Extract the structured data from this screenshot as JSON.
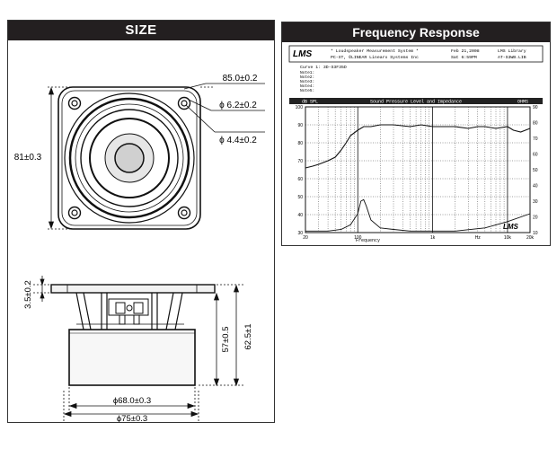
{
  "size_panel": {
    "title": "SIZE",
    "dims": {
      "frame_width": "85.0±0.2",
      "hole_outer": "ϕ 6.2±0.2",
      "hole_inner": "ϕ 4.4±0.2",
      "height": "81±0.3",
      "flange": "3.5±0.2",
      "body_depth": "57±0.5",
      "overall_depth": "62.5±1",
      "magnet_dia": "ϕ68.0±0.3",
      "basket_dia": "ϕ75±0.3"
    }
  },
  "freq_panel": {
    "title": "Frequency Response",
    "header": {
      "logo": "LMS",
      "system_line1": "* Loudspeaker Measurement System *",
      "system_line2": "PC-XT, ©LINEAR Linearx Systems Inc",
      "date": "Feb 21,2008",
      "time": "Sat 6:59PM",
      "library_line1": "LMS Library",
      "library_line2": "AT-S3WB.LIB",
      "curve_label": "Curve 1: 3D-S3F35D",
      "notes": [
        "Note1:",
        "Note2:",
        "Note3:",
        "Note4:",
        "Note5:"
      ]
    },
    "plot_title_left": "dB SPL",
    "plot_title_center": "Sound Pressure Level and Impedance",
    "plot_title_right": "OHMS",
    "footer_logo": "LMS",
    "x_axis_name": "Frequency"
  },
  "chart_data": {
    "type": "line",
    "xscale": "log",
    "xlim": [
      20,
      20000
    ],
    "x_ticks": [
      "20",
      "100",
      "1k",
      "Hz",
      "10k",
      "20k"
    ],
    "y_left": {
      "label": "dB SPL",
      "range": [
        30,
        100
      ],
      "ticks": [
        100,
        90,
        80,
        70,
        60,
        50,
        40,
        30
      ]
    },
    "y_right": {
      "label": "OHMS",
      "range": [
        10,
        90
      ],
      "ticks": [
        90,
        80,
        70,
        60,
        50,
        40,
        30,
        20,
        10
      ]
    },
    "grid": true,
    "series": [
      {
        "axis": "left",
        "x": [
          20,
          25,
          30,
          40,
          50,
          60,
          70,
          80,
          100,
          120,
          150,
          200,
          300,
          500,
          700,
          1000,
          1500,
          2000,
          3000,
          4000,
          5000,
          7000,
          10000,
          12000,
          15000,
          20000
        ],
        "y": [
          66,
          67,
          68,
          70,
          72,
          76,
          80,
          84,
          87,
          89,
          89,
          90,
          90,
          89,
          90,
          89,
          89,
          89,
          88,
          89,
          89,
          88,
          89,
          87,
          86,
          88
        ]
      },
      {
        "axis": "right",
        "x": [
          20,
          40,
          60,
          80,
          100,
          110,
          120,
          130,
          150,
          200,
          300,
          500,
          1000,
          2000,
          5000,
          10000,
          20000
        ],
        "y": [
          11,
          11,
          12,
          15,
          22,
          30,
          31,
          27,
          18,
          13,
          12,
          11,
          11,
          11,
          13,
          17,
          22
        ]
      }
    ]
  }
}
